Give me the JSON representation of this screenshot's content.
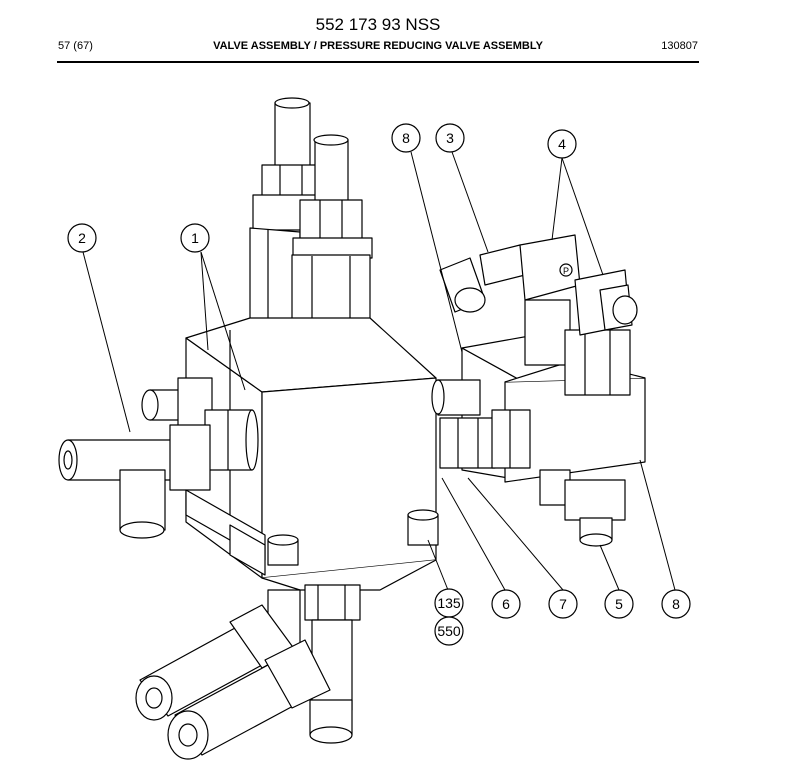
{
  "header": {
    "document_number": "552 173 93 NSS",
    "page": "57 (67)",
    "title": "VALVE ASSEMBLY / PRESSURE REDUCING VALVE ASSEMBLY",
    "code": "130807"
  },
  "callouts": [
    {
      "id": "c2",
      "label": "2"
    },
    {
      "id": "c1",
      "label": "1"
    },
    {
      "id": "c8a",
      "label": "8"
    },
    {
      "id": "c3",
      "label": "3"
    },
    {
      "id": "c4",
      "label": "4"
    },
    {
      "id": "c135",
      "label": "135"
    },
    {
      "id": "c550",
      "label": "550"
    },
    {
      "id": "c6",
      "label": "6"
    },
    {
      "id": "c7",
      "label": "7"
    },
    {
      "id": "c5",
      "label": "5"
    },
    {
      "id": "c8b",
      "label": "8"
    }
  ],
  "markings": {
    "fitting_letter": "P"
  }
}
